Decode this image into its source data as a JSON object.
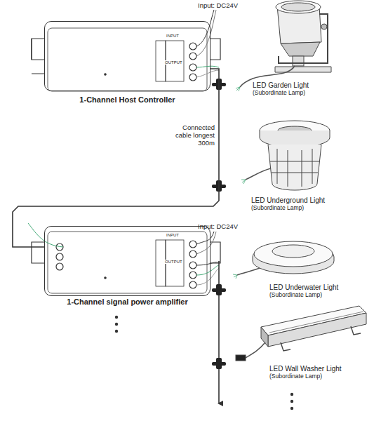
{
  "diagram": {
    "nodes": [
      {
        "text": [
          "1-Channel Host Controller"
        ]
      },
      {
        "text": [
          "1-Channel signal power amplifier"
        ]
      },
      {
        "text": [
          "LED Garden Light",
          "(Subordinate Lamp)"
        ]
      },
      {
        "text": [
          "LED Underground Light",
          "(Subordinate Lamp)"
        ]
      },
      {
        "text": [
          "LED Underwater Light",
          "(Subordinate Lamp)"
        ]
      },
      {
        "text": [
          "LED Wall Washer Light",
          "(Subordinate Lamp)"
        ]
      }
    ],
    "edges": [
      {
        "from": 0,
        "to": 1,
        "arrow": "none",
        "label": "Connected cable longest 300m"
      }
    ],
    "labels": [
      "Input: DC24V",
      "Input: DC24V",
      "INPUT",
      "OUTPUT",
      "INPUT",
      "OUTPUT"
    ]
  }
}
